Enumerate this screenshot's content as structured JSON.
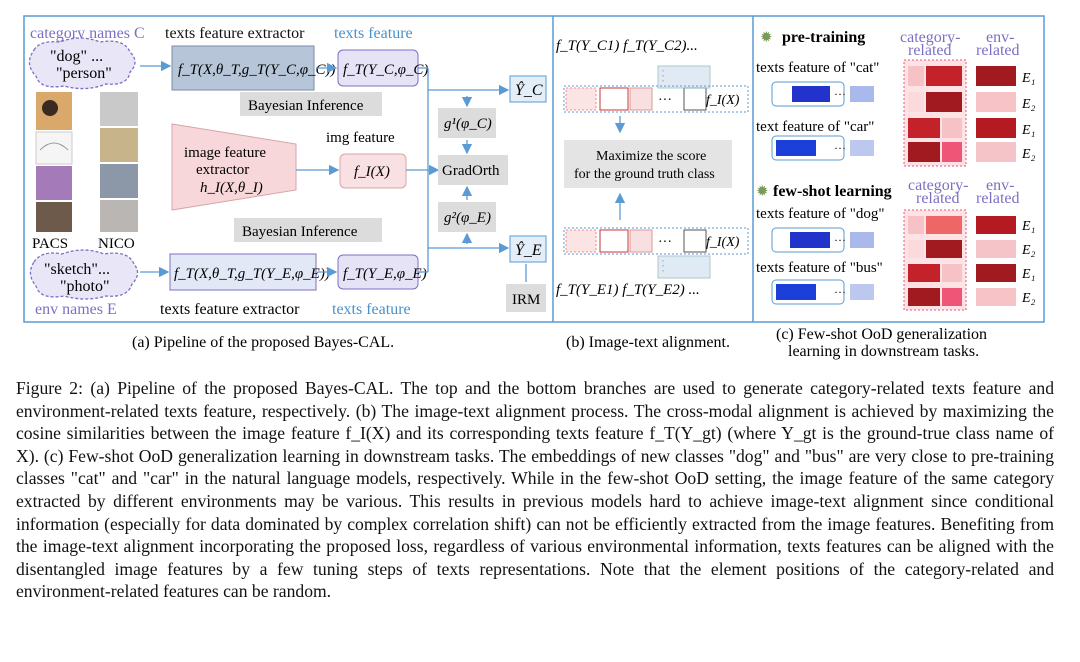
{
  "panel_a": {
    "category_names_label": "category names C",
    "top_extractor_label": "texts feature extractor",
    "top_feature_label": "texts feature",
    "category_bubble": [
      "\"dog\" ...",
      "\"person\""
    ],
    "top_extractor_formula": "f_T(X,θ_T,g_T(Y_C,φ_C))",
    "top_feature_formula": "f_T(Y_C,φ_C)",
    "bayes_top": "Bayesian Inference",
    "bayes_bottom": "Bayesian Inference",
    "img_feature_label": "img feature",
    "image_extractor": [
      "image feature",
      "extractor",
      "h_I(X,θ_I)"
    ],
    "img_feature_formula": "f_I(X)",
    "g1": "g¹(φ_C)",
    "g2": "g²(φ_E)",
    "gradorth": "GradOrth",
    "yc": "Ŷ_C",
    "ye": "Ŷ_E",
    "irm": "IRM",
    "pacs": "PACS",
    "nico": "NICO",
    "env_bubble": [
      "\"sketch\"...",
      "\"photo\""
    ],
    "bottom_extractor_formula": "f_T(X,θ_T,g_T(Y_E,φ_E))",
    "bottom_feature_formula": "f_T(Y_E,φ_E)",
    "env_names_label": "env names E",
    "bottom_extractor_label": "texts feature extractor",
    "bottom_feature_label": "texts feature",
    "caption": "(a) Pipeline of the proposed Bayes-CAL."
  },
  "panel_b": {
    "top_formula": "f_T(Y_C1)  f_T(Y_C2)...",
    "fi_top": "f_I(X)",
    "fi_bottom": "f_I(X)",
    "maximize": [
      "Maximize the score",
      "for the ground truth class"
    ],
    "bottom_formula": "f_T(Y_E1)  f_T(Y_E2) ...",
    "caption": "(b) Image-text alignment."
  },
  "panel_c": {
    "pretraining": "pre-training",
    "fewshot": "few-shot learning",
    "cat_related": [
      "category-",
      "related"
    ],
    "env_related": [
      "env-",
      "related"
    ],
    "cat": "texts feature of \"cat\"",
    "car": "text feature of \"car\"",
    "dog": "texts feature of \"dog\"",
    "bus": "texts feature of \"bus\"",
    "env_labels": [
      "E₁",
      "E₂",
      "E₁",
      "E₂"
    ],
    "caption": [
      "(c) Few-shot OoD generalization",
      "learning in downstream tasks."
    ]
  },
  "caption_text": "Figure 2: (a) Pipeline of the proposed Bayes-CAL. The top and the bottom branches are used to generate category-related texts feature and environment-related texts feature, respectively. (b) The image-text alignment process. The cross-modal alignment is achieved by maximizing the cosine similarities between the image feature f_I(X) and its corresponding texts feature f_T(Y_gt) (where Y_gt is the ground-true class name of X). (c) Few-shot OoD generalization learning in downstream tasks. The embeddings of new classes \"dog\" and \"bus\" are very close to pre-training classes \"cat\" and \"car\" in the natural language models, respectively. While in the few-shot OoD setting, the image feature of the same category extracted by different environments may be various. This results in previous models hard to achieve image-text alignment since conditional information (especially for data dominated by complex correlation shift) can not be efficiently extracted from the image features. Benefiting from the image-text alignment incorporating the proposed loss, regardless of various environmental information, texts features can be aligned with the disentangled image features by a few tuning steps of texts representations. Note that the element positions of the category-related and environment-related features can be random."
}
